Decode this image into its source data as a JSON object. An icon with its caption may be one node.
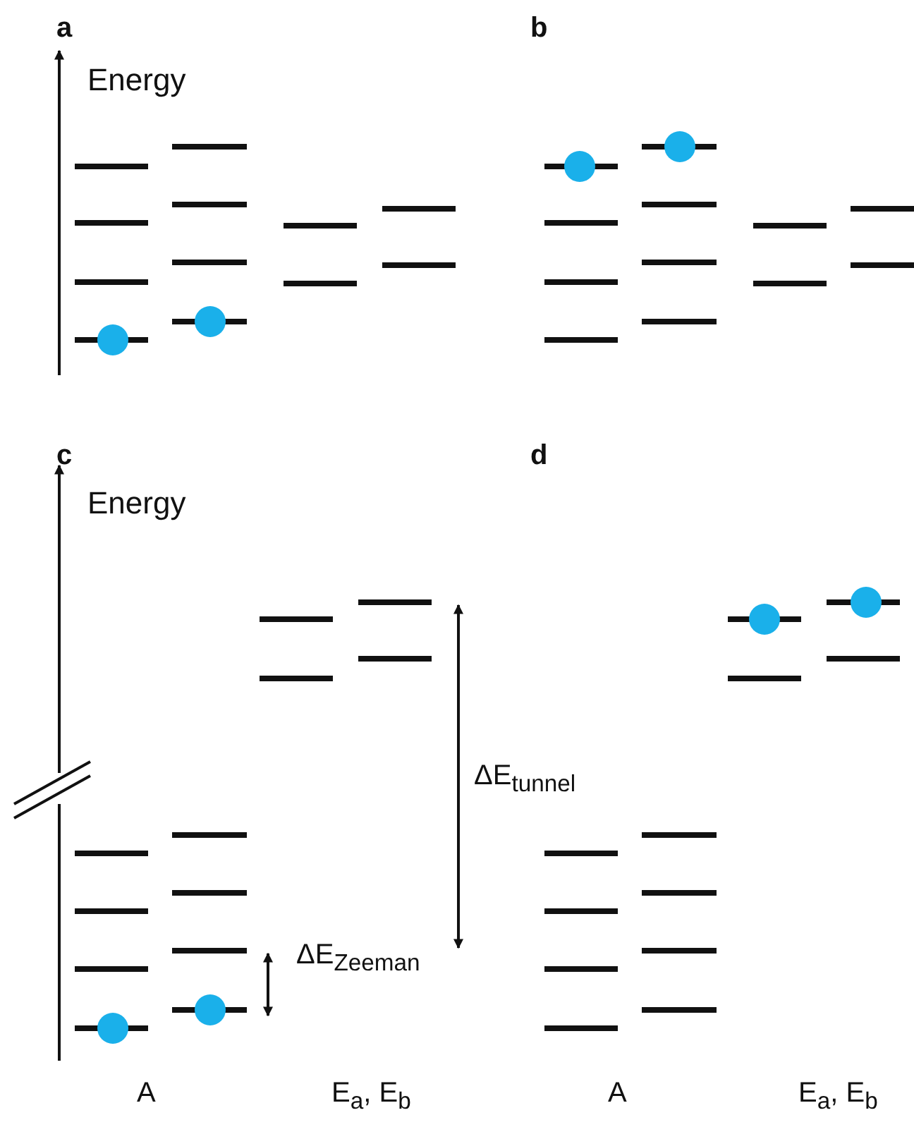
{
  "diagram": {
    "labels": [
      "a",
      "Energy",
      "b",
      "c",
      "Energy",
      "d",
      "ΔE$_{tunnel}$",
      "ΔE$_{Zeeman}$",
      "A",
      "E$_{a}$, E$_{b}$",
      "A",
      "E$_{a}$, E$_{b}$"
    ]
  }
}
